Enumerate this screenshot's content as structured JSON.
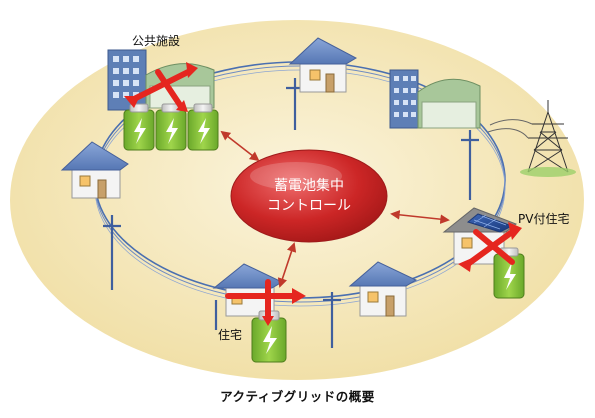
{
  "diagram": {
    "center_label_line1": "蓄電池集中",
    "center_label_line2": "コントロール",
    "label_public": "公共施設",
    "label_pv_house": "PV付住宅",
    "label_house": "住宅",
    "caption": "アクティブグリッドの概要"
  },
  "colors": {
    "ground": "#f6ebc3",
    "battery": "#8ac63a",
    "center": "#cf2b2b",
    "arrow": "#e5261f",
    "roof": "#6f8fc7",
    "wall": "#f3f3f3"
  }
}
